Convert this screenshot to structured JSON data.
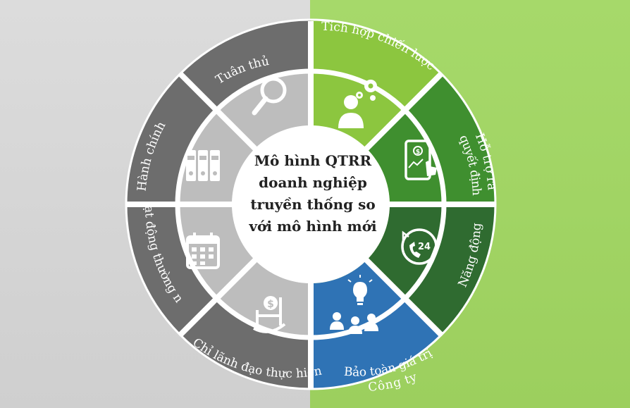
{
  "center": {
    "lines": [
      "Mô hình QTRR",
      "doanh nghiệp",
      "truyền thống so",
      "với mô hình mới"
    ]
  },
  "segments": [
    {
      "label": "Tuân thủ",
      "icon": "magnifier-icon"
    },
    {
      "label": "Hành chính",
      "icon": "binders-icon"
    },
    {
      "label": "Hoạt động thường niên",
      "icon": "calendar-icon"
    },
    {
      "label": "Chỉ lãnh đạo thực hiện",
      "icon": "rocking-chair-dollar-icon"
    },
    {
      "label": "Bảo toàn giá trị Công ty",
      "label_lines": [
        "Bảo toàn giá trị",
        "Công ty"
      ],
      "icon": "team-idea-icon"
    },
    {
      "label": "Năng động",
      "icon": "clock-24-icon"
    },
    {
      "label": "Hỗ trợ ra quyết định",
      "label_lines": [
        "Hỗ trợ ra",
        "quyết định"
      ],
      "icon": "tablet-touch-icon"
    },
    {
      "label": "Tích hợp chiến lược",
      "icon": "person-gears-icon"
    }
  ],
  "colors": {
    "left_background": "#d4d4d4",
    "right_background": "#a3d567",
    "gray_inner": "#bdbdbd",
    "gray_outer": "#6d6d6d",
    "green_light": "#8cc63f",
    "green_mid": "#3f8f2f",
    "green_dark": "#2f6b30",
    "blue": "#2f73b5"
  }
}
